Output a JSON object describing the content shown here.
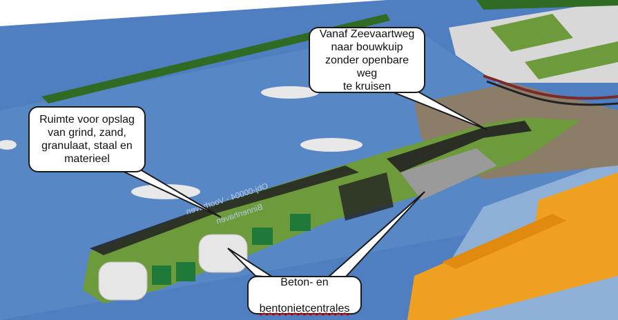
{
  "callouts": {
    "zeevaart": "Vanaf Zeevaartweg\nnaar bouwkuip\nzonder openbare weg\nte kruisen",
    "ruimte": "Ruimte voor opslag\nvan grind, zand,\ngranulaat, staal en\nmaterieel",
    "beton_line1": "Beton- en",
    "beton_line2": "bentonietcentrales"
  },
  "map_labels": {
    "obj": "Obj-00004 - Voorhaven",
    "haven": "Binnenhaven"
  },
  "colors": {
    "water": "#4f7fc0",
    "water_light": "#8fb0d6",
    "grass": "#6d9a3a",
    "road": "#222222",
    "concrete": "#9a9a9a",
    "orange": "#f0a020",
    "brown": "#8b7d68"
  }
}
